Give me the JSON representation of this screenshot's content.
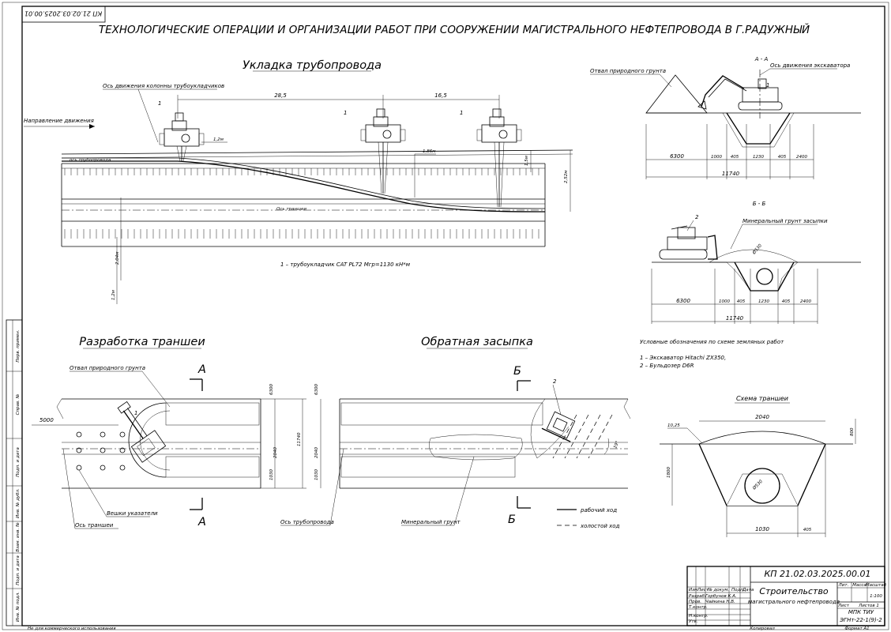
{
  "drawing": {
    "stamp_rotated": "КП 21.02.03.2025.00.01",
    "title": "ТЕХНОЛОГИЧЕСКИЕ ОПЕРАЦИИ И ОРГАНИЗАЦИИ РАБОТ ПРИ СООРУЖЕНИИ МАГИСТРАЛЬНОГО НЕФТЕПРОВОДА В Г.РАДУЖНЫЙ",
    "footer_left": "Не для коммерческого использования",
    "footer_copy": "Копировал",
    "footer_format": "Формат А1"
  },
  "laying": {
    "heading": "Укладка трубопровода",
    "axis_column": "Ось движения колонны трубоукладчиков",
    "direction": "Направление движения",
    "pipe_axis": "ось трубопровода",
    "trench_axis": "Ось траншеи",
    "legend": "1 – трубоукладчик CAT PL72 Mгр=1130 кН*м",
    "dims": {
      "d1": "28,5",
      "d2": "16,5",
      "h1": "1,2м",
      "h2": "1,86м",
      "h3": "1,5м",
      "h4": "2,52м",
      "h5": "2,04м",
      "h6": "1,2м"
    },
    "marks": {
      "m1": "1",
      "m2": "1",
      "m3": "1"
    }
  },
  "section_aa": {
    "label": "А - А",
    "spoil": "Отвал природного грунта",
    "axis": "Ось движения экскаватора",
    "mark": "1",
    "dims": [
      "6300",
      "1000",
      "405",
      "1230",
      "405",
      "2400"
    ],
    "total": "11740"
  },
  "section_bb": {
    "label": "Б - Б",
    "backfill": "Минеральный грунт засыпки",
    "mark": "2",
    "diam": "Ø530",
    "dims": [
      "6300",
      "1000",
      "405",
      "1230",
      "405",
      "2400"
    ],
    "total": "11740"
  },
  "notes": {
    "title": "Условные обозначения по схеме земляных работ",
    "item1": "1 – Экскаватор Hitachi ZX350,",
    "item2": "2 – Бульдозер D6R"
  },
  "excavation": {
    "heading": "Разработка траншеи",
    "spoil": "Отвал природного грунта",
    "cut_a_top": "А",
    "cut_a_bottom": "А",
    "dim_5000": "5000",
    "dims_v": [
      "6300",
      "11740",
      "2040",
      "1030"
    ],
    "pegs": "Вешки указатели",
    "trench_axis": "Ось траншеи",
    "mark": "1"
  },
  "backfill": {
    "heading": "Обратная засыпка",
    "cut_b_top": "Б",
    "cut_b_bottom": "Б",
    "dims_v": [
      "6300",
      "2040",
      "1030"
    ],
    "pipe_axis": "Ось трубопровода",
    "soil": "Минеральный грунт",
    "mark": "2",
    "angle": "19°",
    "working": "рабочий ход",
    "idle": "холостой ход"
  },
  "trench_scheme": {
    "heading": "Схема траншеи",
    "slope": "10,25",
    "top_w": "2040",
    "depth_top": "800",
    "depth": "1800",
    "diam": "Ø530",
    "bottom_w": "1030",
    "right_w": "405"
  },
  "title_block": {
    "code": "КП 21.02.03.2025.00.01",
    "work": "Строительство",
    "work2": "магистрального нефтепровода",
    "org": "МПК ТИУ",
    "group": "ЭГНт-22-1(9)-2",
    "rows": [
      "Изм",
      "Лист",
      "№ докум.",
      "Подп.",
      "Дата"
    ],
    "people": [
      "Разраб.",
      "Пров.",
      "Т.контр.",
      "Н.контр.",
      "Утв."
    ],
    "names": [
      "Горбунов К.А.",
      "Чайкина Н.В."
    ],
    "lit": "Лит.",
    "mass": "Масса",
    "scale": "Масштаб",
    "sheet": "Лист",
    "sheets": "Листов 1",
    "scale_v": "1:100"
  },
  "margin_strip": {
    "l1": "Перв. примен.",
    "l2": "Справ. №",
    "l3": "Подп. и дата",
    "l4": "Инв. № дубл.",
    "l5": "Взам. инв. №",
    "l6": "Подп. и дата",
    "l7": "Инв. № подл."
  }
}
